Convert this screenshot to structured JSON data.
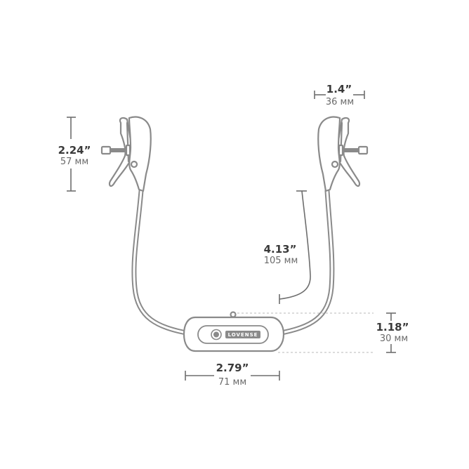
{
  "brand": {
    "logo_text": "LOVENSE"
  },
  "dimensions": {
    "clamp_height": {
      "imperial": "2.24”",
      "metric": "57 мм"
    },
    "clamp_width": {
      "imperial": "1.4”",
      "metric": "36 мм"
    },
    "cable_length": {
      "imperial": "4.13”",
      "metric": "105 мм"
    },
    "controller_height": {
      "imperial": "1.18”",
      "metric": "30 мм"
    },
    "controller_width": {
      "imperial": "2.79”",
      "metric": "71 мм"
    }
  },
  "colors": {
    "outline": "#8a8a8a",
    "text_dark": "#3a3a3a",
    "text_light": "#6a6a6a",
    "background": "#ffffff"
  }
}
